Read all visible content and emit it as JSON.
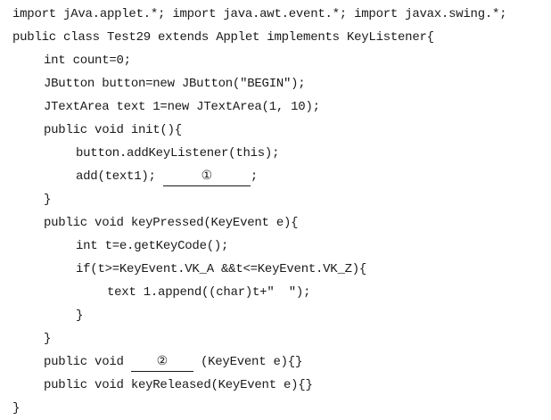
{
  "code_lines": [
    {
      "text": "import jAva.applet.*; import java.awt.event.*; import javax.swing.*;"
    },
    {
      "text": "public class Test29 extends Applet implements KeyListener{"
    },
    {
      "text": "int count=0;"
    },
    {
      "text": "JButton button=new JButton(\"BEGIN\");"
    },
    {
      "text": "JTextArea text 1=new JTextArea(1, 10);"
    },
    {
      "text": "public void init(){"
    },
    {
      "text": "button.addKeyListener(this);"
    },
    {
      "before": "add(text1); ",
      "blank": "①",
      "after": ";"
    },
    {
      "text": "}"
    },
    {
      "text": "public void keyPressed(KeyEvent e){"
    },
    {
      "text": "int t=e.getKeyCode();"
    },
    {
      "text": "if(t>=KeyEvent.VK_A &&t<=KeyEvent.VK_Z){"
    },
    {
      "text": "text 1.append((char)t+\"  \");"
    },
    {
      "text": "}"
    },
    {
      "text": "}"
    },
    {
      "before": "public void ",
      "blank": "②",
      "after": " (KeyEvent e){}"
    },
    {
      "text": "public void keyReleased(KeyEvent e){}"
    },
    {
      "text": "}"
    }
  ]
}
